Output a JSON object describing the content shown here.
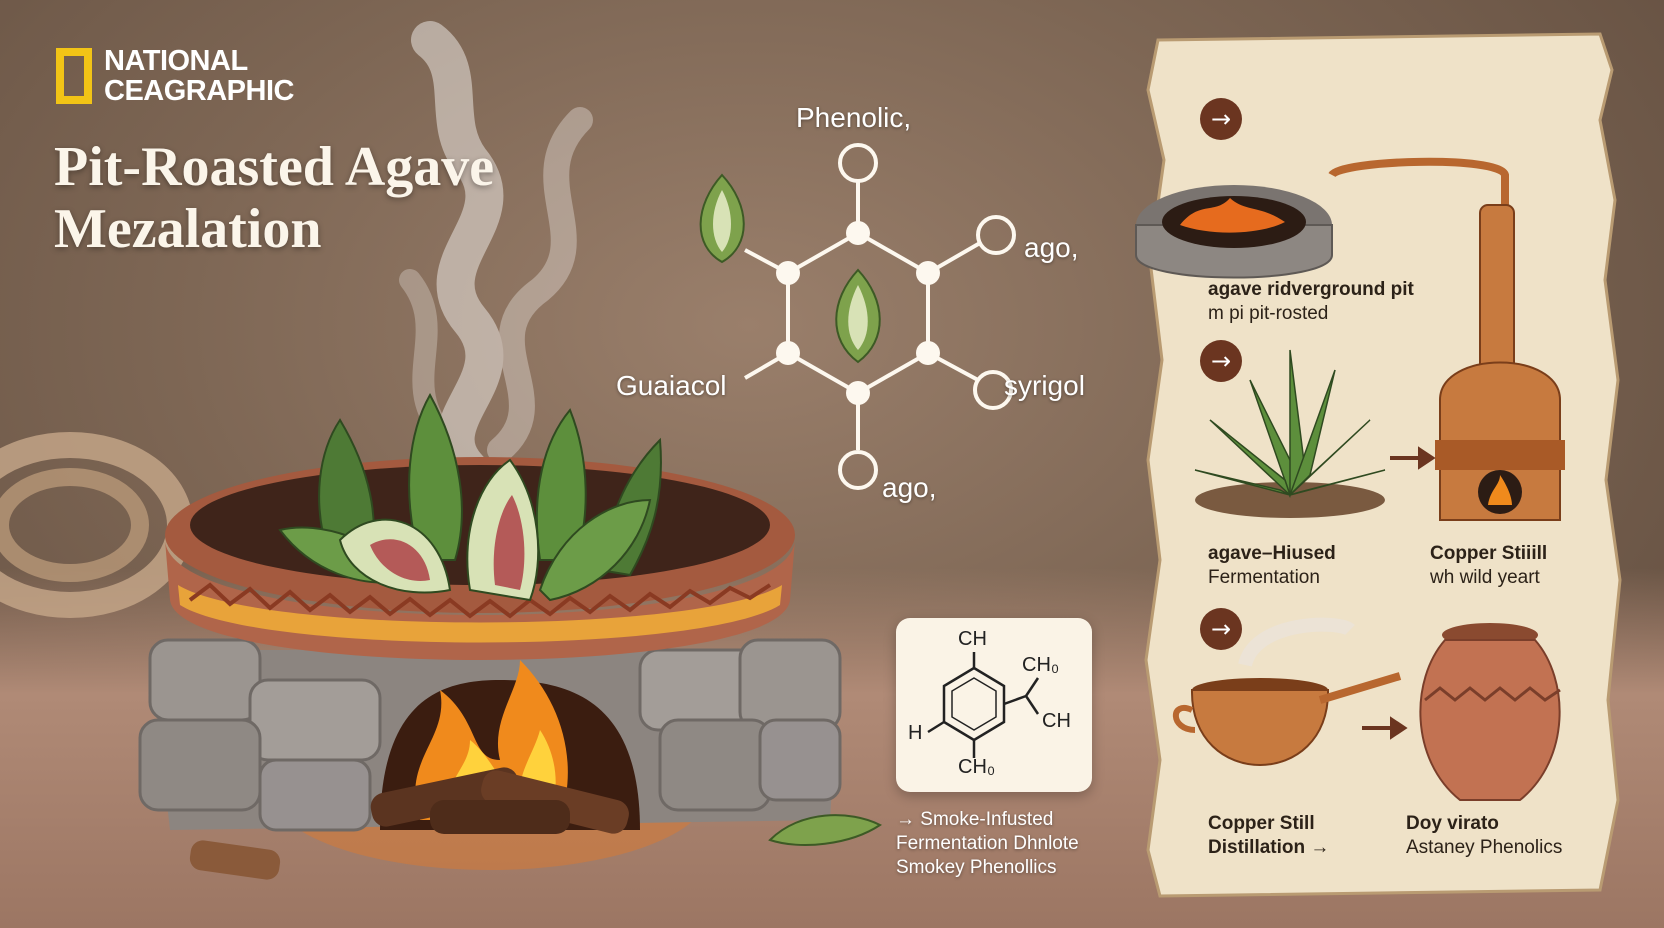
{
  "brand": {
    "line1": "NATIONAL",
    "line2": "CEAGRAPHIC"
  },
  "title": {
    "line1": "Pit-Roasted Agave",
    "line2": "Mezalation"
  },
  "molecule": {
    "top": "Phenolic,",
    "right_top": "ago,",
    "right": "syrigol",
    "left": "Guaiacol",
    "bottom": "ago,"
  },
  "structure": {
    "top": "CH",
    "right_top": "CH₀",
    "right": "CH",
    "left": "H",
    "bottom": "CH₀"
  },
  "caption": {
    "line1": "→ Smoke-Infusted",
    "line2": "Fermentation Dhnlote",
    "line3": "Smokey Phenollics"
  },
  "process": {
    "arrow_glyph": "→",
    "step1": {
      "bold": "agave ridverground pit",
      "sub": "m pi pit-rosted"
    },
    "step2": {
      "bold": "agave–Hiused",
      "sub": "Fermentation"
    },
    "step3": {
      "bold": "Copper Stiiill",
      "sub": "wh wild yeart"
    },
    "step4": {
      "bold": "Copper Still",
      "sub": "Distillation →"
    },
    "step5": {
      "bold": "Doy virato",
      "sub": "Astaney Phenolics"
    }
  },
  "colors": {
    "brand_yellow": "#f2c416",
    "agave_green": "#5d8f3c",
    "copper": "#b8672f",
    "clay": "#a45a3f",
    "parchment": "#efe2c8"
  }
}
